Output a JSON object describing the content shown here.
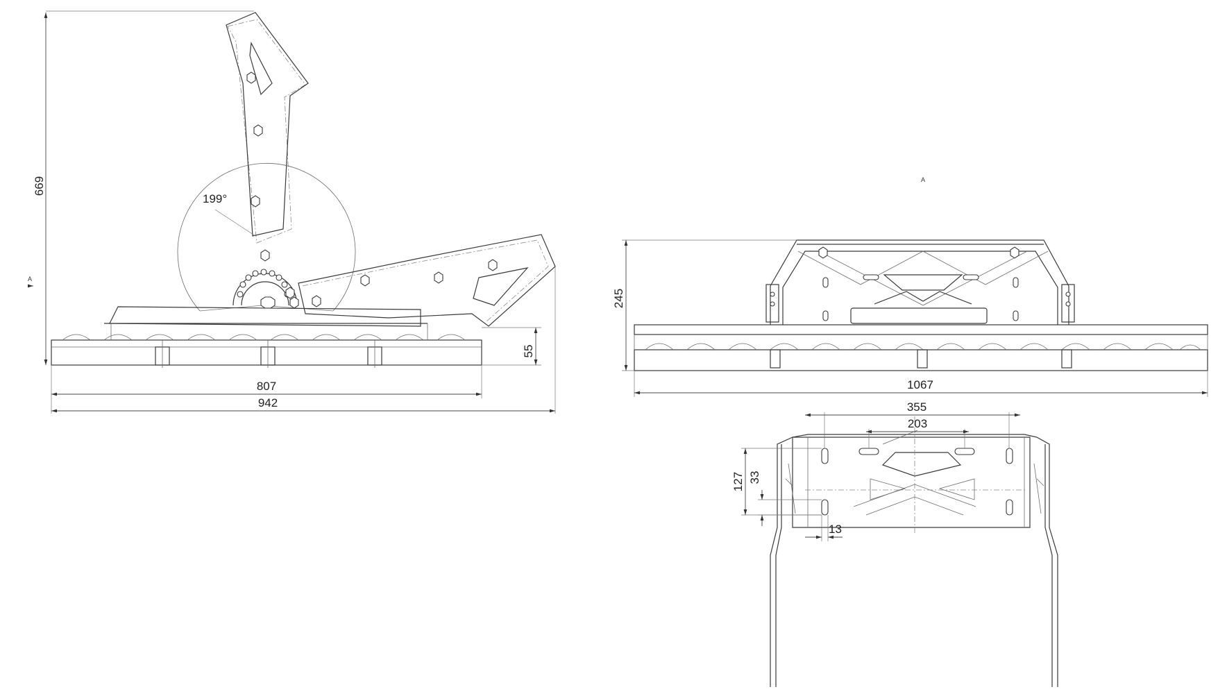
{
  "side_view": {
    "height_dim": "669",
    "angle_dim": "199°",
    "body_height_dim": "55",
    "body_length_dim": "807",
    "overall_length_dim": "942",
    "view_marker": "A"
  },
  "front_view": {
    "view_label": "A",
    "height_dim": "245",
    "length_dim": "1067"
  },
  "bracket_view": {
    "hole_spacing_outer_dim": "355",
    "hole_spacing_inner_dim": "203",
    "vertical_spacing_dim": "127",
    "slot_length_dim": "33",
    "slot_width_dim": "13"
  }
}
